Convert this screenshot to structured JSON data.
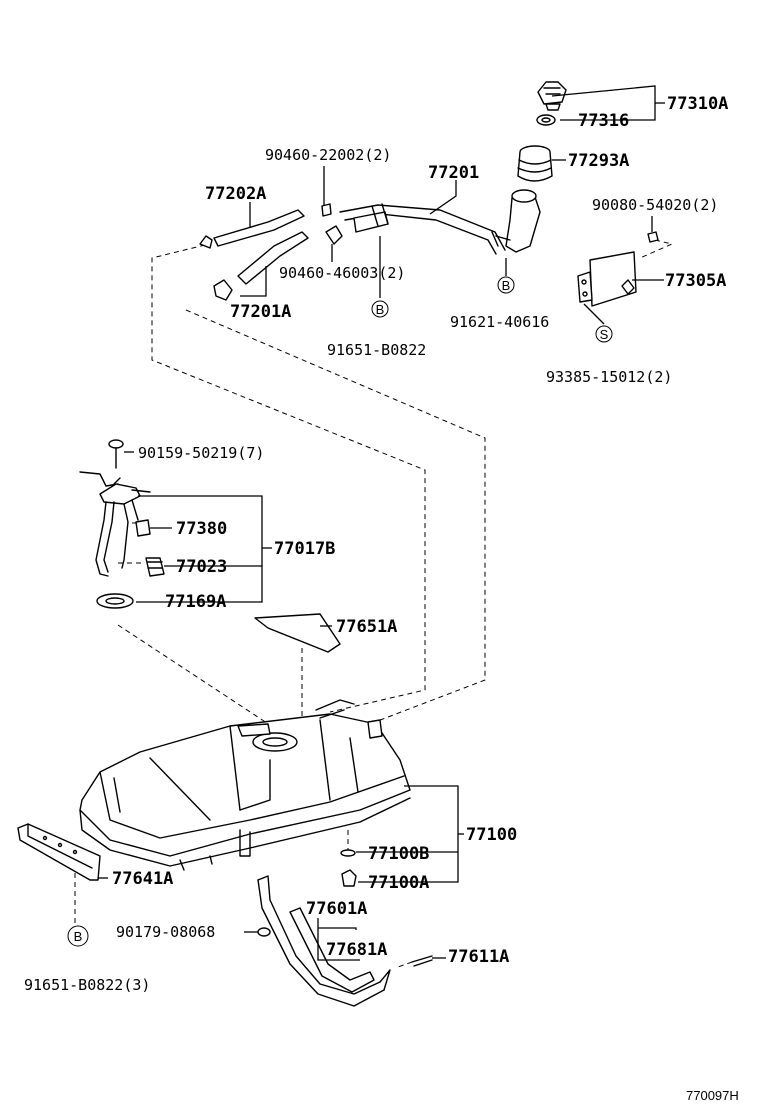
{
  "labels": {
    "p77310A": "77310A",
    "p77316": "77316",
    "p77293A": "77293A",
    "p77201": "77201",
    "p90460_22002": "90460-22002(2)",
    "p77202A": "77202A",
    "p90080_54020": "90080-54020(2)",
    "p90460_46003": "90460-46003(2)",
    "p77201A": "77201A",
    "p77305A": "77305A",
    "p91651_B0822": "91651-B0822",
    "p91621_40616": "91621-40616",
    "p93385_15012": "93385-15012(2)",
    "p90159_50219": "90159-50219(7)",
    "p77380": "77380",
    "p77017B": "77017B",
    "p77023": "77023",
    "p77169A": "77169A",
    "p77651A": "77651A",
    "p77100": "77100",
    "p77100B": "77100B",
    "p77100A": "77100A",
    "p77641A": "77641A",
    "p77601A": "77601A",
    "p90179_08068": "90179-08068",
    "p77681A": "77681A",
    "p77611A": "77611A",
    "p91651_B0822_3": "91651-B0822(3)"
  },
  "markers": {
    "b": "B",
    "s": "S"
  },
  "diagram_code": "770097H"
}
